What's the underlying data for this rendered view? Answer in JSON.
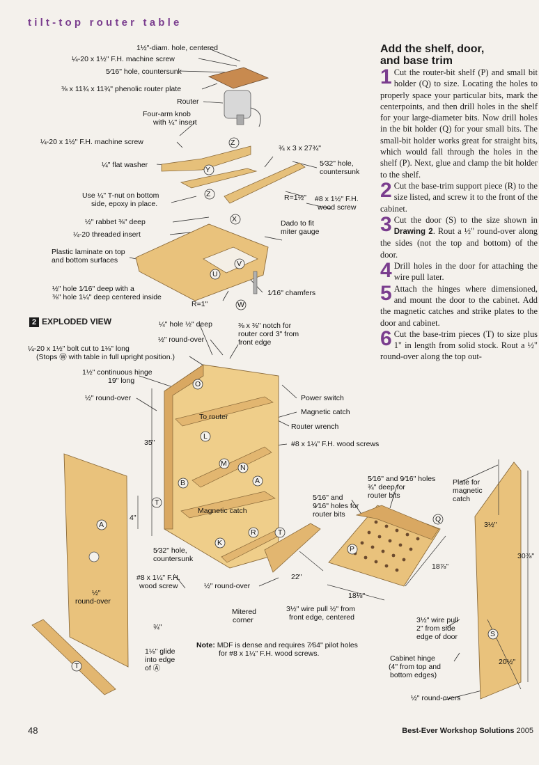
{
  "header": {
    "title": "tilt-top router table"
  },
  "article": {
    "heading_line1": "Add the shelf, door,",
    "heading_line2": "and base trim",
    "steps": [
      {
        "n": "1",
        "text": "Cut the router-bit shelf (P) and small bit holder (Q) to size. Locating the holes to properly space your particular bits, mark the centerpoints, and then drill holes in the shelf for your large-diameter bits. Now drill holes in the bit holder (Q) for your small bits. The small-bit holder works great for straight bits, which would fall through the holes in the shelf (P). Next, glue and clamp the bit holder to the shelf."
      },
      {
        "n": "2",
        "text": "Cut the base-trim support piece (R) to the size listed, and screw it to the front of the cabinet."
      },
      {
        "n": "3",
        "pre": "Cut the door (S) to the size shown in",
        "bold": "Drawing 2",
        "text": ". Rout a ½\" round-over along the sides (not the top and bottom) of the door."
      },
      {
        "n": "4",
        "text": "Drill holes in the door for attaching the wire pull later."
      },
      {
        "n": "5",
        "text": "Attach the hinges where dimensioned, and mount the door to the cabinet. Add the magnetic catches and strike plates to the door and cabinet."
      },
      {
        "n": "6",
        "text": "Cut the base-trim pieces (T) to size plus 1\" in length from solid stock. Rout a ½\" round-over along the top out-"
      }
    ]
  },
  "top_labels": {
    "l1": "1½\"-diam. hole, centered",
    "l2": "¼-20 x 1½\" F.H. machine screw",
    "l3": "5⁄16\" hole, countersunk",
    "l4": "⅜ x 11¾ x 11¾\" phenolic router plate",
    "l5": "Router",
    "l6a": "Four-arm knob",
    "l6b": "with ¼\" insert",
    "l7": "¼-20 x 1½\" F.H. machine screw",
    "l8": "¼\" flat washer",
    "l9": "¾ x 3 x 27¾\"",
    "l10a": "5⁄32\" hole,",
    "l10b": "countersunk",
    "l11": "R=1½\"",
    "l12a": "#8 x 1½\" F.H.",
    "l12b": "wood screw",
    "l13a": "Use ¼\" T-nut on bottom",
    "l13b": "side, epoxy in place.",
    "l14": "½\" rabbet ⅜\" deep",
    "l15": "¼-20 threaded insert",
    "l16a": "Dado to fit",
    "l16b": "miter gauge",
    "l17a": "Plastic laminate on top",
    "l17b": "and bottom surfaces",
    "l18a": "½\" hole 1⁄16\" deep with a",
    "l18b": "⅜\" hole 1¼\" deep centered inside",
    "l19": "1⁄16\" chamfers",
    "l20": "R=1\""
  },
  "exploded": {
    "title": "EXPLODED VIEW",
    "badge": "2",
    "labels": {
      "a1": "¼\" hole ½\" deep",
      "a2": "½\" round-over",
      "a3a": "⅜ x ⅜\" notch for",
      "a3b": "router cord 3\" from",
      "a3c": "front edge",
      "a4a": "¼-20 x 1½\" bolt cut to 1⅛\" long",
      "a4b": "(Stops Ⓦ with table in full upright position.)",
      "a5a": "1½\" continuous hinge",
      "a5b": "19\" long",
      "a6": "½\" round-over",
      "a7": "Power switch",
      "a8": "Magnetic catch",
      "a9": "To router",
      "a10": "Router wrench",
      "a11": "#8 x 1¼\" F.H. wood screws",
      "a12": "35\"",
      "a13": "4\"",
      "a14": "Magnetic catch",
      "a15a": "5⁄32\" hole,",
      "a15b": "countersunk",
      "a16a": "#8 x 1¼\" F.H.",
      "a16b": "wood screw",
      "a17a": "½\"",
      "a17b": "round-over",
      "a18": "¾\"",
      "a19a": "1⅛\" glide",
      "a19b": "into edge",
      "a19c": "of Ⓐ",
      "a20": "½\" round-over",
      "a21": "22\"",
      "a22a": "Mitered",
      "a22b": "corner",
      "a23a": "3½\" wire pull ½\" from",
      "a23b": "front edge, centered",
      "a24a": "5⁄16\" and 9⁄16\" holes",
      "a24b": "¾\" deep for",
      "a24c": "router bits",
      "a25a": "5⁄16\" and",
      "a25b": "9⁄16\" holes for",
      "a25c": "router bits",
      "a26": "18⅞\"",
      "a27": "18⅛\"",
      "a28a": "Plate for",
      "a28b": "magnetic",
      "a28c": "catch",
      "a29": "3½\"",
      "a30": "30⅞\"",
      "a31a": "3½\" wire pull",
      "a31b": "2\" from side",
      "a31c": "edge of door",
      "a32a": "Cabinet hinge",
      "a32b": "(4\" from top and",
      "a32c": "bottom edges)",
      "a33": "20½\"",
      "a34": "½\" round-overs",
      "note_bold": "Note:",
      "note1": "MDF is dense and requires 7⁄64\" pilot holes",
      "note2": "for #8 x 1¼\" F.H. wood screws."
    },
    "part_letters": [
      "Z",
      "Y",
      "Z",
      "X",
      "V",
      "U",
      "W",
      "O",
      "L",
      "M",
      "N",
      "A",
      "B",
      "T",
      "K",
      "R",
      "T",
      "A",
      "T",
      "P",
      "Q",
      "S"
    ]
  },
  "footer": {
    "page_number": "48",
    "publication": "Best-Ever Workshop Solutions",
    "year": "2005"
  },
  "colors": {
    "accent": "#7a3d8e",
    "wood": "#e9c27c",
    "wood_dark": "#c8934a",
    "mdf": "#cdb59a"
  }
}
